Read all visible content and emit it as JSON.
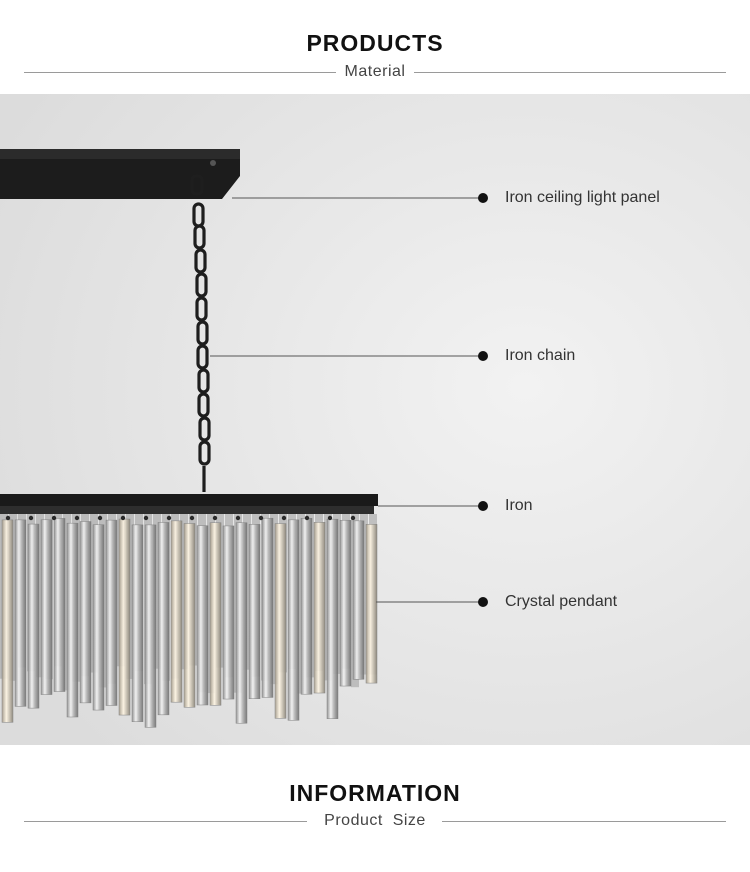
{
  "products_section": {
    "title": "PRODUCTS",
    "subtitle": "Material"
  },
  "callouts": [
    {
      "label": "Iron ceiling light panel"
    },
    {
      "label": "Iron chain"
    },
    {
      "label": "Iron"
    },
    {
      "label": "Crystal pendant"
    }
  ],
  "information_section": {
    "title": "INFORMATION",
    "subtitle": "Product  Size"
  },
  "colors": {
    "photo_background": "#e6e6e6",
    "iron_black": "#1c1c1c",
    "callout_line": "#555555",
    "divider": "#9a9a9a"
  }
}
